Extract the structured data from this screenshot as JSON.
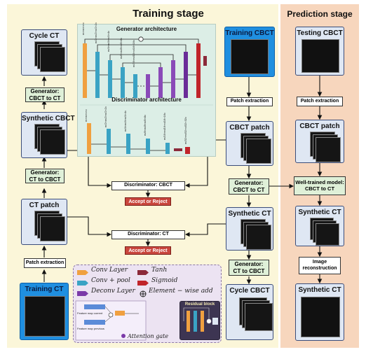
{
  "stages": {
    "training_title": "Training stage",
    "prediction_title": "Prediction stage"
  },
  "cards": {
    "cycle_ct": "Cycle CT",
    "synthetic_cbct": "Synthetic CBCT",
    "ct_patch": "CT patch",
    "training_ct": "Training CT",
    "training_cbct": "Training CBCT",
    "cbct_patch": "CBCT patch",
    "synthetic_ct": "Synthetic CT",
    "cycle_cbct": "Cycle CBCT",
    "testing_cbct": "Testing CBCT",
    "pred_cbct_patch": "CBCT patch",
    "pred_synthetic_ct": "Synthetic CT",
    "pred_final_synthetic_ct": "Synthetic CT"
  },
  "boxes": {
    "gen_cbct_to_ct_left": "Generator:\nCBCT to CT",
    "gen_ct_to_cbct_left": "Generator:\nCT to CBCT",
    "patch_extraction_left": "Patch extraction",
    "patch_extraction_right": "Patch extraction",
    "gen_cbct_to_ct_right": "Generator:\nCBCT to CT",
    "gen_ct_to_cbct_right": "Generator:\nCT to CBCT",
    "discriminator_cbct": "Discriminator: CBCT",
    "accept_reject_1": "Accept or Reject",
    "discriminator_ct": "Discriminator: CT",
    "accept_reject_2": "Accept or Reject",
    "pred_patch_extraction": "Patch extraction",
    "well_trained_model": "Well-trained model:\nCBCT to CT",
    "image_reconstruction": "Image\nreconstruction"
  },
  "architecture": {
    "generator_title": "Generator architecture",
    "discriminator_title": "Discriminator architecture",
    "gen_dims": [
      "m×m×n×c",
      "m/2×m/2×n/2×2c",
      "m/4×m/4×n/4×4c",
      "m/8×m/8×n/8×8c",
      "m/16×m/16×n/16×16c"
    ],
    "disc_dims": [
      "m×m×n×c",
      "m/2×m/2×n/2×2c",
      "m/4×m/4×n/4×4c",
      "m/8×m/8×n/8×8c",
      "m/16×m/16×n/16×16c",
      "m/32×m/32×n/32×32c"
    ]
  },
  "legend": {
    "conv_layer": "Conv Layer",
    "tanh": "Tanh",
    "conv_pool": "Conv + pool",
    "sigmoid": "Sigmoid",
    "deconv_layer": "Deconv Layer",
    "element_wise_add": "Element − wise add",
    "attention_gate": "Attention gate",
    "residual_block": "Residual block",
    "feature_map_current": "Feature map current",
    "feature_map_previous": "Feature map previous",
    "colors": {
      "conv_layer": "#f0a040",
      "tanh": "#8b2a3a",
      "conv_pool": "#3aa3c4",
      "sigmoid": "#c0242a",
      "deconv_layer": "#7b3aa8"
    }
  }
}
